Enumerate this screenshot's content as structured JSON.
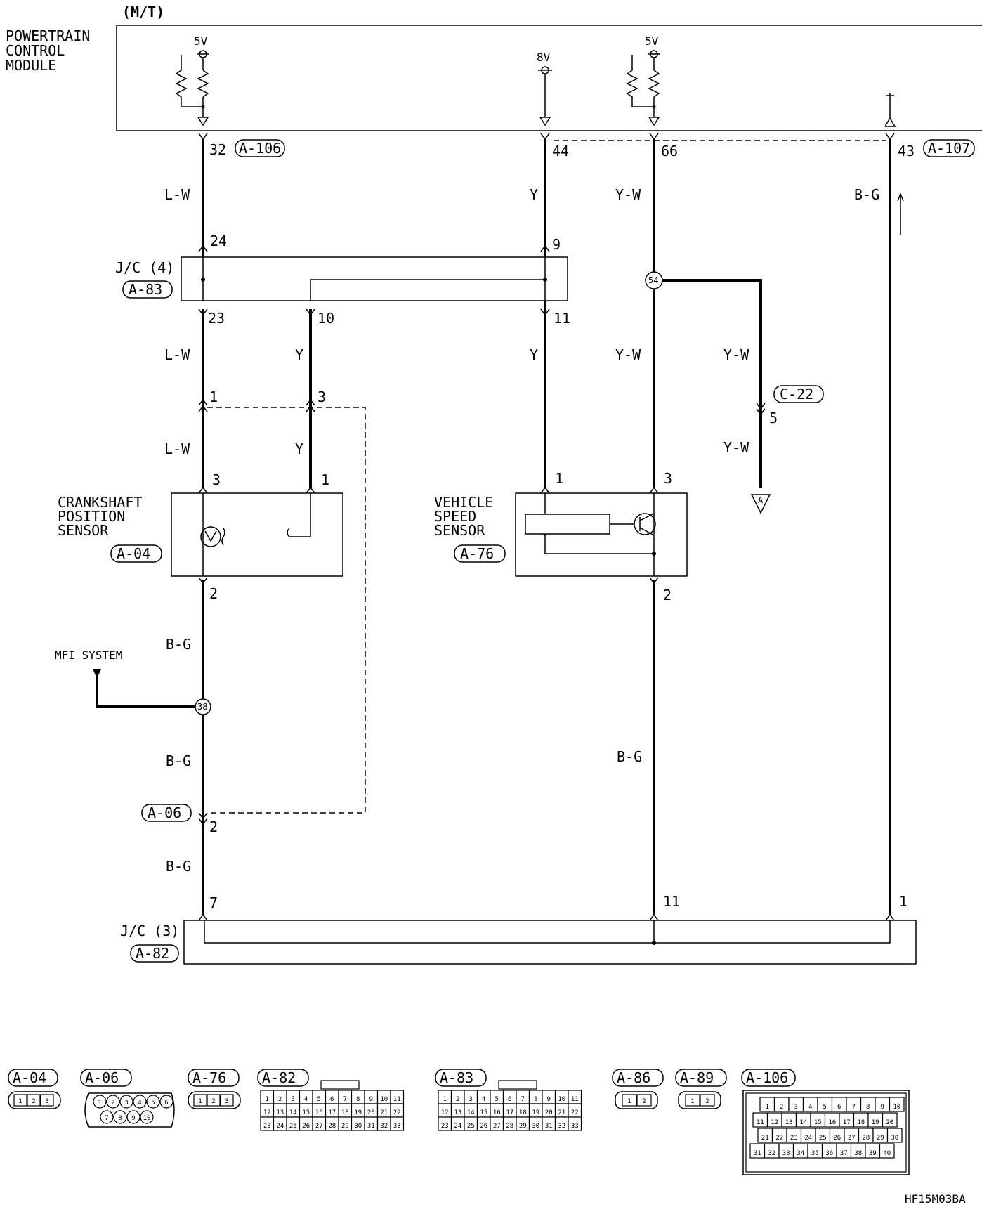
{
  "variant": "(M/T)",
  "pcm": {
    "line1": "POWERTRAIN",
    "line2": "CONTROL",
    "line3": "MODULE"
  },
  "supplies": {
    "v5a": "5V",
    "v8": "8V",
    "v5b": "5V"
  },
  "pins": {
    "pcm_32": "32",
    "pcm_44": "44",
    "pcm_66": "66",
    "pcm_43": "43",
    "jc4_24": "24",
    "jc4_9": "9",
    "jc4_23": "23",
    "jc4_10": "10",
    "jc4_11": "11",
    "mid_1": "1",
    "mid_3": "3",
    "ckp_3": "3",
    "ckp_1": "1",
    "ckp_2": "2",
    "vss_1": "1",
    "vss_3": "3",
    "vss_2": "2",
    "c22_5": "5",
    "a06_2": "2",
    "jc3_7": "7",
    "jc3_11": "11",
    "jc3_1": "1"
  },
  "connectors": {
    "a106": "A-106",
    "a107": "A-107",
    "a83": "A-83",
    "c22": "C-22",
    "a04": "A-04",
    "a76": "A-76",
    "a06": "A-06",
    "a82": "A-82"
  },
  "wires": {
    "lw1": "L-W",
    "lw2": "L-W",
    "lw3": "L-W",
    "y1": "Y",
    "y2": "Y",
    "y3": "Y",
    "y4": "Y",
    "yw1": "Y-W",
    "yw2": "Y-W",
    "yw3": "Y-W",
    "yw4": "Y-W",
    "bg1": "B-G",
    "bg2": "B-G",
    "bg3": "B-G",
    "bg4": "B-G",
    "bg5": "B-G"
  },
  "junctions": {
    "jc4": "J/C (4)",
    "jc3": "J/C (3)",
    "splice54": "54",
    "splice38": "38",
    "ground_a": "A"
  },
  "ckp": {
    "line1": "CRANKSHAFT",
    "line2": "POSITION",
    "line3": "SENSOR"
  },
  "vss": {
    "line1": "VEHICLE",
    "line2": "SPEED",
    "line3": "SENSOR"
  },
  "mfi": "MFI SYSTEM",
  "legend": {
    "a04": {
      "tag": "A-04",
      "pins": [
        "1",
        "2",
        "3"
      ]
    },
    "a06": {
      "tag": "A-06",
      "pins": [
        "1",
        "2",
        "3",
        "4",
        "5",
        "6",
        "7",
        "8",
        "9",
        "10"
      ]
    },
    "a76": {
      "tag": "A-76",
      "pins": [
        "1",
        "2",
        "3"
      ]
    },
    "a82": {
      "tag": "A-82",
      "pins": [
        "1",
        "2",
        "3",
        "4",
        "5",
        "6",
        "7",
        "8",
        "9",
        "10",
        "11",
        "12",
        "13",
        "14",
        "15",
        "16",
        "17",
        "18",
        "19",
        "20",
        "21",
        "22",
        "23",
        "24",
        "25",
        "26",
        "27",
        "28",
        "29",
        "30",
        "31",
        "32",
        "33"
      ]
    },
    "a83": {
      "tag": "A-83",
      "pins": [
        "1",
        "2",
        "3",
        "4",
        "5",
        "6",
        "7",
        "8",
        "9",
        "10",
        "11",
        "12",
        "13",
        "14",
        "15",
        "16",
        "17",
        "18",
        "19",
        "20",
        "21",
        "22",
        "23",
        "24",
        "25",
        "26",
        "27",
        "28",
        "29",
        "30",
        "31",
        "32",
        "33"
      ]
    },
    "a86": {
      "tag": "A-86",
      "pins": [
        "1",
        "2"
      ]
    },
    "a89": {
      "tag": "A-89",
      "pins": [
        "1",
        "2"
      ]
    },
    "a106": {
      "tag": "A-106",
      "pins": [
        "1",
        "2",
        "3",
        "4",
        "5",
        "6",
        "7",
        "8",
        "9",
        "10",
        "11",
        "12",
        "13",
        "14",
        "15",
        "16",
        "17",
        "18",
        "19",
        "20",
        "21",
        "22",
        "23",
        "24",
        "25",
        "26",
        "27",
        "28",
        "29",
        "30",
        "31",
        "32",
        "33",
        "34",
        "35",
        "36",
        "37",
        "38",
        "39",
        "40"
      ]
    }
  },
  "figure_id": "HF15M03BA"
}
